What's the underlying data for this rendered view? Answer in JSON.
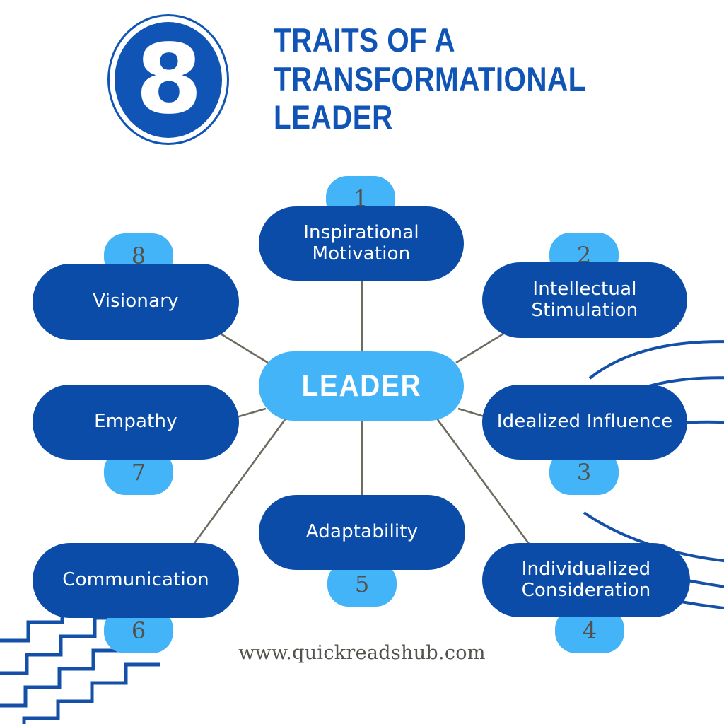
{
  "header": {
    "logo_number": "8",
    "title_lines": [
      "TRAITS OF A",
      "TRANSFORMATIONAL",
      "LEADER"
    ],
    "title_full": "8 TRAITS OF A TRANSFORMATIONAL LEADER"
  },
  "center": {
    "label": "LEADER"
  },
  "footer": {
    "site_url": "www.quickreadshub.com"
  },
  "colors": {
    "brand_blue": "#1055B5",
    "node_blue": "#0B4CA8",
    "accent_light_blue": "#42B4F7",
    "badge_text": "#54504C",
    "connector_gray": "#6E6A60",
    "background": "#FFFFFF",
    "node_text": "#FFFFFF",
    "footer_text": "#55514C"
  },
  "traits": [
    {
      "number": "1",
      "label": "Inspirational Motivation",
      "badge_position": "top"
    },
    {
      "number": "2",
      "label": "Intellectual Stimulation",
      "badge_position": "top"
    },
    {
      "number": "3",
      "label": "Idealized Influence",
      "badge_position": "bottom"
    },
    {
      "number": "4",
      "label": "Individualized Consideration",
      "badge_position": "bottom"
    },
    {
      "number": "5",
      "label": "Adaptability",
      "badge_position": "bottom"
    },
    {
      "number": "6",
      "label": "Communication",
      "badge_position": "bottom"
    },
    {
      "number": "7",
      "label": "Empathy",
      "badge_position": "bottom"
    },
    {
      "number": "8",
      "label": "Visionary",
      "badge_position": "top"
    }
  ],
  "chart_data": {
    "type": "diagram",
    "diagram_kind": "hub-and-spoke mind map",
    "title": "8 TRAITS OF A TRANSFORMATIONAL LEADER",
    "hub": "LEADER",
    "spokes": [
      {
        "number": 1,
        "label": "Inspirational Motivation"
      },
      {
        "number": 2,
        "label": "Intellectual Stimulation"
      },
      {
        "number": 3,
        "label": "Idealized Influence"
      },
      {
        "number": 4,
        "label": "Individualized Consideration"
      },
      {
        "number": 5,
        "label": "Adaptability"
      },
      {
        "number": 6,
        "label": "Communication"
      },
      {
        "number": 7,
        "label": "Empathy"
      },
      {
        "number": 8,
        "label": "Visionary"
      }
    ],
    "source": "www.quickreadshub.com"
  }
}
